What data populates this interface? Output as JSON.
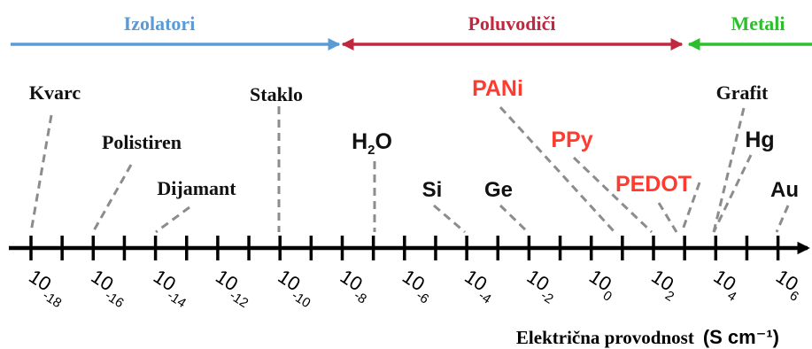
{
  "colors": {
    "insulators": "#5b9bd5",
    "semiconductors": "#c0283f",
    "metals": "#2bc02b",
    "polymer": "#ff3b2f",
    "material": "#111111",
    "leader": "#8c8c8c",
    "axis": "#000000"
  },
  "classes": [
    {
      "id": "insulators",
      "label": "Izolatori",
      "from": -19,
      "to": -8,
      "color": "#5b9bd5"
    },
    {
      "id": "semiconductors",
      "label": "Poluvodiči",
      "from": -8,
      "to": 3,
      "color": "#c0283f"
    },
    {
      "id": "metals",
      "label": "Metali",
      "from": 3,
      "to": 7,
      "color": "#2bc02b"
    }
  ],
  "axis": {
    "base": "10",
    "exponents": [
      -18,
      -16,
      -14,
      -12,
      -10,
      -8,
      -6,
      -4,
      -2,
      0,
      2,
      4,
      6
    ],
    "minor": [
      -17,
      -15,
      -13,
      -11,
      -9,
      -7,
      -5,
      -3,
      -1,
      1,
      3,
      5
    ],
    "label_text": "Električna provodnost",
    "label_unit": "(S cm⁻¹)"
  },
  "materials": [
    {
      "id": "kvarc",
      "label": "Kvarc",
      "log_sigma": -18,
      "kind": "serif"
    },
    {
      "id": "polistiren",
      "label": "Polistiren",
      "log_sigma": -16,
      "kind": "serif"
    },
    {
      "id": "dijamant",
      "label": "Dijamant",
      "log_sigma": -14,
      "kind": "serif"
    },
    {
      "id": "staklo",
      "label": "Staklo",
      "log_sigma": -10,
      "kind": "serif"
    },
    {
      "id": "h2o",
      "label": "H",
      "sub": "2",
      "label_end": "O",
      "log_sigma": -7,
      "kind": "sans"
    },
    {
      "id": "si",
      "label": "Si",
      "log_sigma": -4,
      "kind": "sans"
    },
    {
      "id": "ge",
      "label": "Ge",
      "log_sigma": -2,
      "kind": "sans"
    },
    {
      "id": "pani",
      "label": "PANi",
      "log_sigma": 0.8,
      "kind": "polymer"
    },
    {
      "id": "ppy",
      "label": "PPy",
      "log_sigma": 2,
      "kind": "polymer"
    },
    {
      "id": "pedot",
      "label": "PEDOT",
      "log_sigma": 2.9,
      "kind": "polymer"
    },
    {
      "id": "grafit",
      "label": "Grafit",
      "log_sigma": 4,
      "kind": "serif"
    },
    {
      "id": "hg",
      "label": "Hg",
      "log_sigma": 4,
      "kind": "sans"
    },
    {
      "id": "au",
      "label": "Au",
      "log_sigma": 6,
      "kind": "sans"
    }
  ]
}
